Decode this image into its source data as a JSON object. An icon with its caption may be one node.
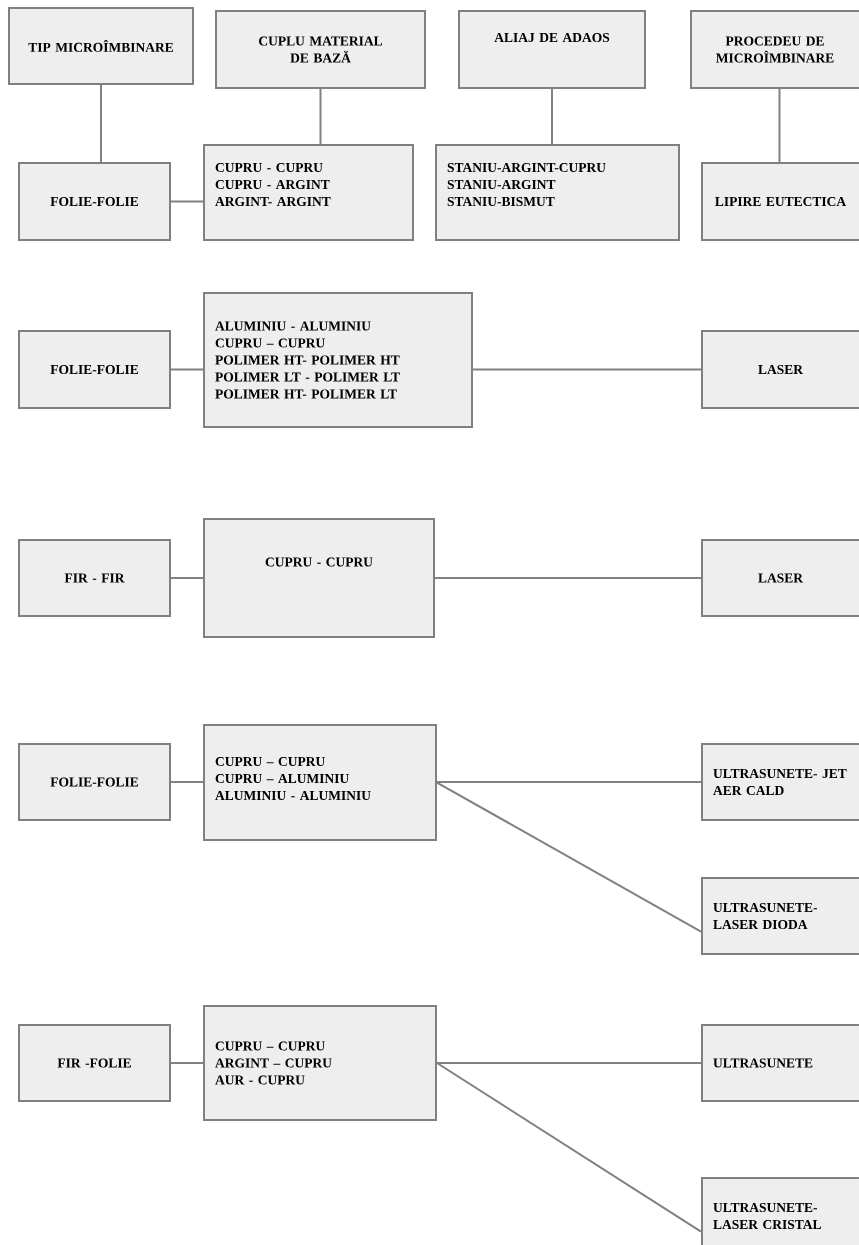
{
  "diagram": {
    "nodes": [
      {
        "text": [
          "TIP MICROÎMBINARE"
        ]
      },
      {
        "text": [
          "CUPLU MATERIAL DE BAZĂ"
        ]
      },
      {
        "text": [
          "ALIAJ DE ADAOS"
        ]
      },
      {
        "text": [
          "PROCEDEU DE MICROÎMBINARE"
        ]
      },
      {
        "text": [
          "FOLIE-FOLIE"
        ]
      },
      {
        "text": [
          "CUPRU - CUPRU",
          "CUPRU - ARGINT",
          "ARGINT- ARGINT"
        ]
      },
      {
        "text": [
          "STANIU-ARGINT-CUPRU",
          "STANIU-ARGINT",
          "STANIU-BISMUT"
        ]
      },
      {
        "text": [
          "LIPIRE EUTECTICA"
        ]
      },
      {
        "text": [
          "FOLIE-FOLIE"
        ]
      },
      {
        "text": [
          "ALUMINIU - ALUMINIU",
          "CUPRU – CUPRU",
          "POLIMER HT- POLIMER HT",
          "POLIMER LT - POLIMER LT",
          "POLIMER HT- POLIMER LT"
        ]
      },
      {
        "text": [
          "LASER"
        ]
      },
      {
        "text": [
          "FIR - FIR"
        ]
      },
      {
        "text": [
          "CUPRU - CUPRU"
        ]
      },
      {
        "text": [
          "LASER"
        ]
      },
      {
        "text": [
          "FOLIE-FOLIE"
        ]
      },
      {
        "text": [
          "CUPRU – CUPRU",
          "CUPRU – ALUMINIU",
          "ALUMINIU - ALUMINIU"
        ]
      },
      {
        "text": [
          "ULTRASUNETE- JET AER CALD"
        ]
      },
      {
        "text": [
          "ULTRASUNETE- LASER DIODA"
        ]
      },
      {
        "text": [
          "FIR -FOLIE"
        ]
      },
      {
        "text": [
          "CUPRU – CUPRU",
          "ARGINT – CUPRU",
          "AUR - CUPRU"
        ]
      },
      {
        "text": [
          "ULTRASUNETE"
        ]
      },
      {
        "text": [
          "ULTRASUNETE- LASER CRISTAL"
        ]
      }
    ],
    "edges": [
      {
        "from": 0,
        "to": 4,
        "arrow": "none"
      },
      {
        "from": 1,
        "to": 5,
        "arrow": "none"
      },
      {
        "from": 2,
        "to": 6,
        "arrow": "none"
      },
      {
        "from": 3,
        "to": 7,
        "arrow": "none"
      },
      {
        "from": 4,
        "to": 5,
        "arrow": "none"
      },
      {
        "from": 8,
        "to": 9,
        "arrow": "none"
      },
      {
        "from": 9,
        "to": 10,
        "arrow": "none"
      },
      {
        "from": 11,
        "to": 12,
        "arrow": "none"
      },
      {
        "from": 12,
        "to": 13,
        "arrow": "none"
      },
      {
        "from": 14,
        "to": 15,
        "arrow": "none"
      },
      {
        "from": 15,
        "to": 16,
        "arrow": "none"
      },
      {
        "from": 15,
        "to": 17,
        "arrow": "none"
      },
      {
        "from": 18,
        "to": 19,
        "arrow": "none"
      },
      {
        "from": 19,
        "to": 20,
        "arrow": "none"
      },
      {
        "from": 19,
        "to": 21,
        "arrow": "none"
      }
    ]
  }
}
